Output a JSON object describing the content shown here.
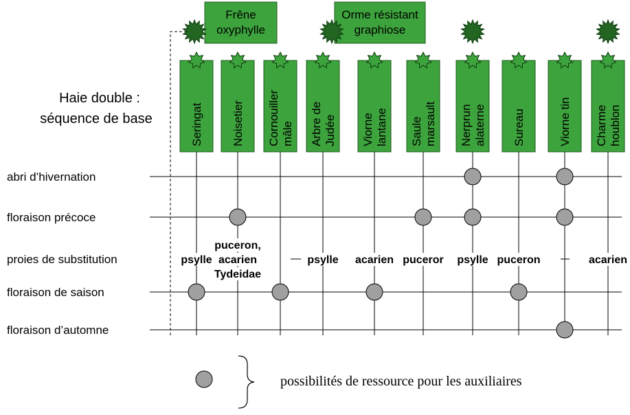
{
  "title_lines": [
    "Haie double :",
    "séquence de base"
  ],
  "colors": {
    "box_fill": "#3da33d",
    "box_stroke": "#1f5a1f",
    "bush_fill": "#226622",
    "dot_fill": "#a0a0a0",
    "line": "#000000"
  },
  "trees": [
    {
      "lines": [
        "Frêne",
        "oxyphylle"
      ]
    },
    {
      "lines": [
        "Orme résistant",
        "graphiose"
      ]
    }
  ],
  "shrubs": [
    {
      "lines": [
        "Seringat"
      ]
    },
    {
      "lines": [
        "Noisetier"
      ]
    },
    {
      "lines": [
        "Cornouiller",
        "mâle"
      ]
    },
    {
      "lines": [
        "Arbre de",
        "Judée"
      ]
    },
    {
      "lines": [
        "Viorne",
        "lantane"
      ]
    },
    {
      "lines": [
        "Saule",
        "marsault"
      ]
    },
    {
      "lines": [
        "Nerprun",
        "alaterne"
      ]
    },
    {
      "lines": [
        "Sureau"
      ]
    },
    {
      "lines": [
        "Viorne tin"
      ]
    },
    {
      "lines": [
        "Charme",
        "houblon"
      ]
    }
  ],
  "rows": [
    {
      "label": "abri d’hivernation"
    },
    {
      "label": "floraison précoce"
    },
    {
      "label": "proies de substitution"
    },
    {
      "label": "floraison de saison"
    },
    {
      "label": "floraison d’automne"
    }
  ],
  "prey_labels": [
    {
      "column": 0,
      "lines": [
        "psylle"
      ]
    },
    {
      "column": 1,
      "lines": [
        "puceron,",
        "acarien",
        "Tydeidae"
      ]
    },
    {
      "column": 3,
      "lines": [
        "psylle"
      ]
    },
    {
      "column": 4,
      "lines": [
        "acarien"
      ]
    },
    {
      "column": 5,
      "lines": [
        "puceror"
      ]
    },
    {
      "column": 6,
      "lines": [
        "psylle"
      ]
    },
    {
      "column": 7,
      "lines": [
        "puceron"
      ]
    },
    {
      "column": 9,
      "lines": [
        "acarien"
      ]
    }
  ],
  "resources": [
    {
      "row": 0,
      "column": 6
    },
    {
      "row": 0,
      "column": 8
    },
    {
      "row": 1,
      "column": 1
    },
    {
      "row": 1,
      "column": 5
    },
    {
      "row": 1,
      "column": 6
    },
    {
      "row": 1,
      "column": 8
    },
    {
      "row": 3,
      "column": 0
    },
    {
      "row": 3,
      "column": 2
    },
    {
      "row": 3,
      "column": 4
    },
    {
      "row": 3,
      "column": 7
    },
    {
      "row": 4,
      "column": 8
    }
  ],
  "legend": {
    "text": "possibilités de ressource pour les auxiliaires"
  }
}
